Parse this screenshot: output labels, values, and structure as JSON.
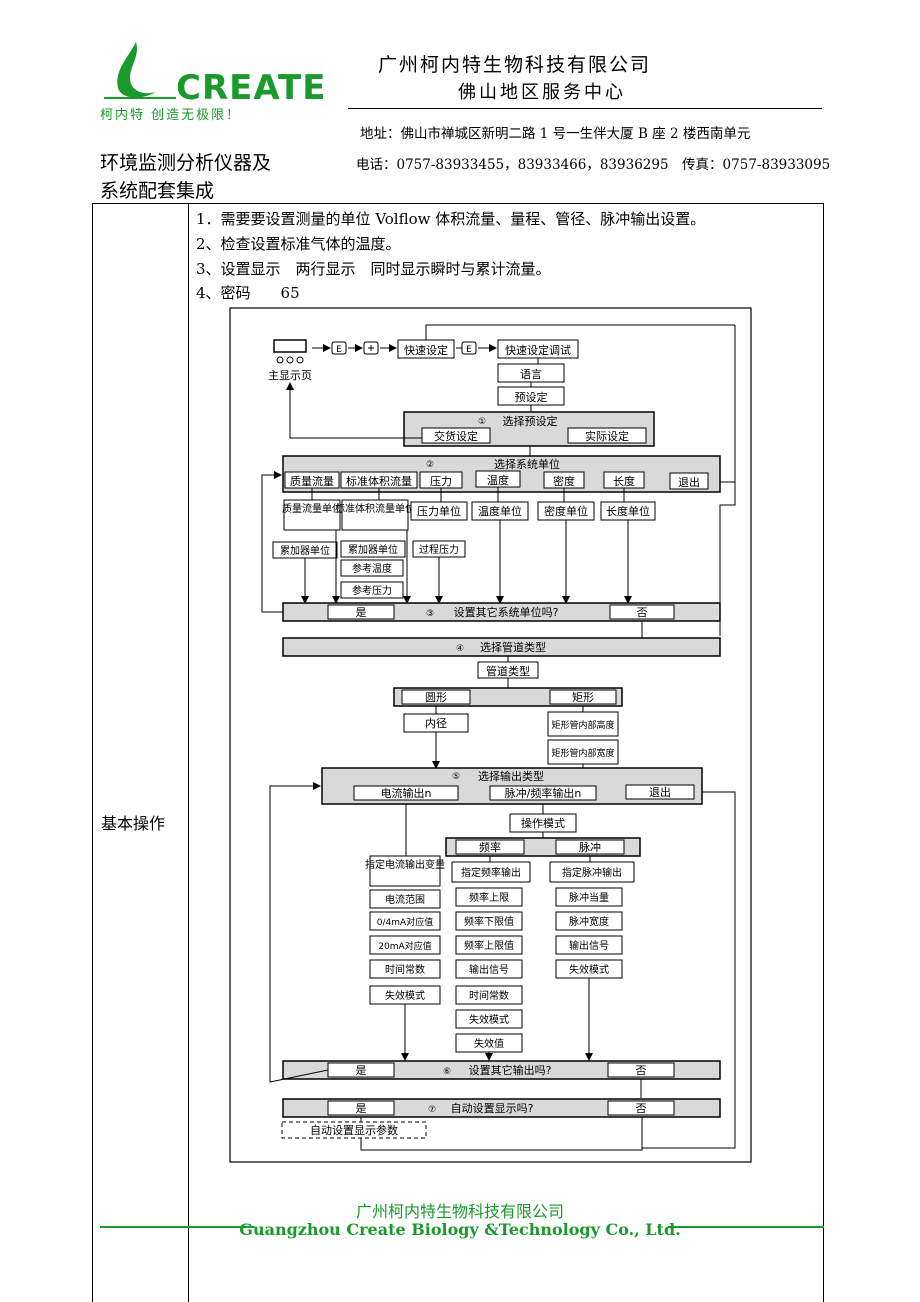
{
  "header": {
    "logo_word": "CREATE",
    "logo_slogan": "柯内特 创造无极限！",
    "company_name": "广州柯内特生物科技有限公司",
    "company_branch": "佛山地区服务中心",
    "address": "地址：佛山市禅城区新明二路 1 号一生伴大厦 B 座 2 楼西南单元",
    "phone": "电话：0757-83933455，83933466，83936295　传真：0757-83933095",
    "slogan_line1": "环境监测分析仪器及",
    "slogan_line2": "系统配套集成"
  },
  "table": {
    "row_label": "基本操作",
    "instructions": [
      "1．需要要设置测量的单位 Volflow 体积流量、量程、管径、脉冲输出设置。",
      "2、检查设置标准气体的温度。",
      "3、设置显示　两行显示　同时显示瞬时与累计流量。",
      "4、密码　　65"
    ]
  },
  "flowchart": {
    "main_display": "主显示页",
    "key_e": "E",
    "quick_setup": "快速设定",
    "quick_setup_commission": "快速设定调试",
    "language": "语言",
    "preset": "预设定",
    "select_preset": "选择预设定",
    "delivery_setting": "交货设定",
    "actual_setting": "实际设定",
    "select_system_units": "选择系统单位",
    "mass_flow": "质量流量",
    "std_volume_flow": "标准体积流量",
    "pressure": "压力",
    "temperature": "温度",
    "density": "密度",
    "length": "长度",
    "exit": "退出",
    "mass_flow_unit": "质量流量单位",
    "std_volume_flow_unit": "标准体积流量单位",
    "pressure_unit": "压力单位",
    "temperature_unit": "温度单位",
    "density_unit": "密度单位",
    "length_unit": "长度单位",
    "totalizer_unit_1": "累加器单位",
    "totalizer_unit_2": "累加器单位",
    "process_pressure": "过程压力",
    "reference_temperature": "参考温度",
    "reference_pressure": "参考压力",
    "yes": "是",
    "no": "否",
    "set_other_units_q": "设置其它系统单位吗?",
    "select_pipe_type": "选择管道类型",
    "pipe_type": "管道类型",
    "circular": "圆形",
    "rectangular": "矩形",
    "inner_diameter": "内径",
    "rect_height": "矩形管内部高度",
    "rect_width": "矩形管内部宽度",
    "select_output_type": "选择输出类型",
    "current_output": "电流输出n",
    "pulse_freq_output": "脉冲/频率输出n",
    "operation_mode": "操作模式",
    "frequency": "频率",
    "pulse": "脉冲",
    "assign_current_output": "指定电流输出变量",
    "assign_freq_output": "指定频率输出",
    "assign_pulse_output": "指定脉冲输出",
    "current_range": "电流范围",
    "val_0_4ma": "0/4mA对应值",
    "val_20ma": "20mA对应值",
    "time_constant": "时间常数",
    "failsafe_mode": "失效模式",
    "freq_upper": "频率上限",
    "freq_lower_val": "频率下限值",
    "freq_upper_val": "频率上限值",
    "output_signal": "输出信号",
    "failsafe_value": "失效值",
    "pulse_value": "脉冲当量",
    "pulse_width": "脉冲宽度",
    "set_other_outputs_q": "设置其它输出吗?",
    "auto_display_q": "自动设置显示吗?",
    "auto_display_params": "自动设置显示参数",
    "step_1": "①",
    "step_2": "②",
    "step_3": "③",
    "step_4": "④",
    "step_5": "⑤",
    "step_6": "⑥",
    "step_7": "⑦"
  },
  "footer": {
    "company_cn": "广州柯内特生物科技有限公司",
    "company_en": "Guangzhou Create Biology &Technology Co., Ltd."
  },
  "colors": {
    "brand_green": "#1a9a2a",
    "box_gray": "#d9d9d9"
  }
}
